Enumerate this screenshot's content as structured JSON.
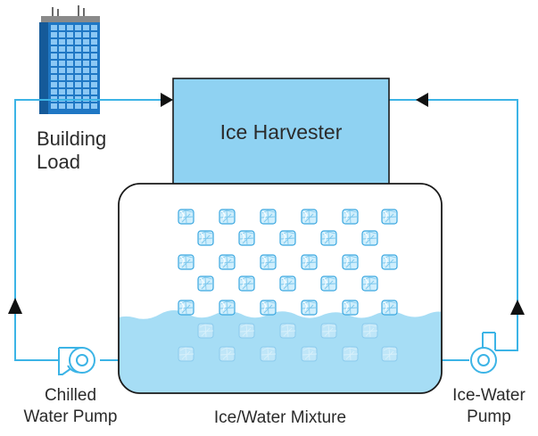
{
  "labels": {
    "building_load_line1": "Building",
    "building_load_line2": "Load",
    "ice_harvester": "Ice Harvester",
    "chilled_pump_line1": "Chilled",
    "chilled_pump_line2": "Water Pump",
    "ice_water_pump_line1": "Ice-Water",
    "ice_water_pump_line2": "Pump",
    "mixture": "Ice/Water Mixture"
  },
  "colors": {
    "pipe": "#3cb4e6",
    "harvester_fill": "#8fd2f2",
    "water": "#a6ddf5",
    "tank_outline": "#222222",
    "ice": "#58b6e6",
    "building": "#2d8bd4"
  },
  "icons": {
    "building": "office-building-icon",
    "ice_cube": "ice-cube-icon",
    "pump": "centrifugal-pump-icon",
    "arrow": "flow-arrow-icon"
  }
}
